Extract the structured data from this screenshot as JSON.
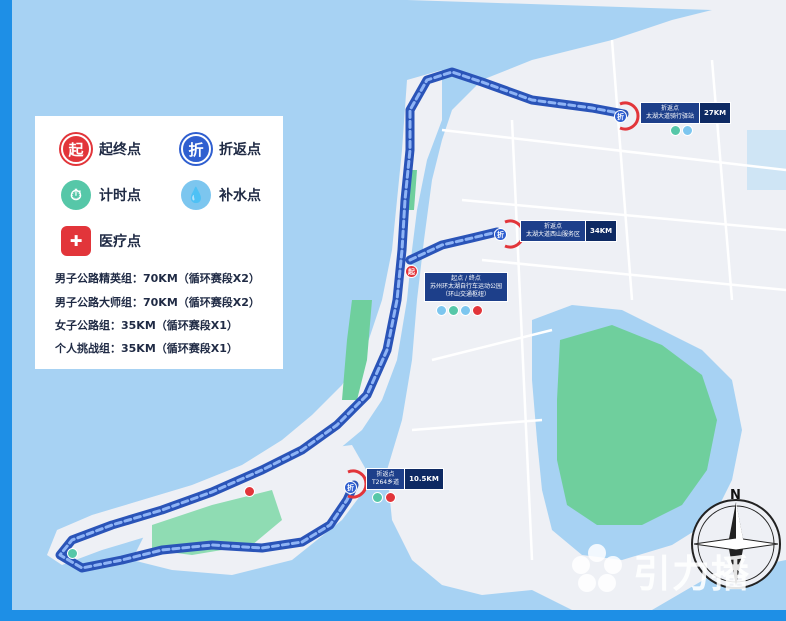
{
  "legend": {
    "items": [
      {
        "glyph": "起",
        "label": "起终点",
        "icon": "start-finish-icon",
        "color": "#e2353a"
      },
      {
        "glyph": "折",
        "label": "折返点",
        "icon": "turnaround-icon",
        "color": "#2f5fd0"
      },
      {
        "glyph": "⏱",
        "label": "计时点",
        "icon": "timer-icon",
        "color": "#56c7a8"
      },
      {
        "glyph": "💧",
        "label": "补水点",
        "icon": "water-drop-icon",
        "color": "#7cc6ef"
      },
      {
        "glyph": "✚",
        "label": "医疗点",
        "icon": "medical-kit-icon",
        "color": "#e2353a"
      }
    ],
    "groups": [
      "男子公路精英组：70KM（循环赛段X2）",
      "男子公路大师组：70KM（循环赛段X2）",
      "女子公路组：35KM（循环赛段X1）",
      "个人挑战组：35KM（循环赛段X1）"
    ]
  },
  "callouts": {
    "c1": {
      "l1": "折返点",
      "l2": "太湖大道骑行驿站",
      "dist": "27KM"
    },
    "c2": {
      "l1": "折返点",
      "l2": "太湖大道西山服务区",
      "dist": "34KM"
    },
    "c3": {
      "l1": "起点 / 终点",
      "l2": "苏州环太湖自行车运动公园",
      "l3": "（环山交通枢纽）"
    },
    "c4": {
      "l1": "折返点",
      "l2": "T264乡道",
      "dist": "10.5KM"
    }
  },
  "markers": {
    "start": "起",
    "turn": "折"
  },
  "compass": {
    "north": "N"
  },
  "watermark": {
    "text": "引力播"
  },
  "colors": {
    "water": "#a7d2f3",
    "land": "#eef0f5",
    "park": "#6fcf9d",
    "route": "#3a6fe0",
    "frame": "#1e8fe6"
  }
}
